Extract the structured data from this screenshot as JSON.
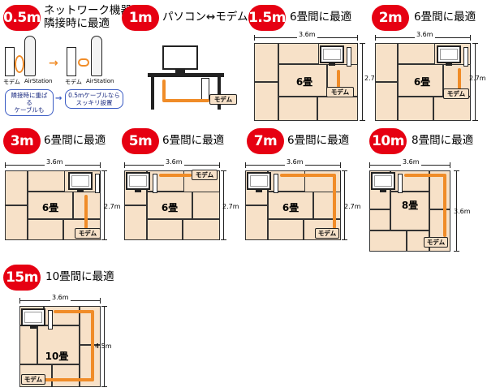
{
  "colors": {
    "badge": "#e60012",
    "tatami": "#f7e1c8",
    "cable": "#f08c28",
    "note_border": "#3a5bc4"
  },
  "common": {
    "modem_label": "モデム",
    "airstation_label": "AirStation"
  },
  "p05": {
    "badge": "0.5m",
    "heading_line1": "ネットワーク機器の",
    "heading_line2": "隣接時に最適",
    "note_left": "隣接時に重ばる\nケーブルも",
    "note_right": "0.5mケーブルなら\nスッキリ設置"
  },
  "p1": {
    "badge": "1m",
    "heading_left": "パソコン",
    "heading_arrow": "↔",
    "heading_right": "モデムに最適"
  },
  "p15": {
    "badge": "1.5m",
    "heading": "6畳間に最適",
    "width": "3.6m",
    "height": "2.7m",
    "room": "6畳"
  },
  "p2": {
    "badge": "2m",
    "heading": "6畳間に最適",
    "width": "3.6m",
    "height": "2.7m",
    "room": "6畳"
  },
  "p3": {
    "badge": "3m",
    "heading": "6畳間に最適",
    "width": "3.6m",
    "height": "2.7m",
    "room": "6畳"
  },
  "p5": {
    "badge": "5m",
    "heading": "6畳間に最適",
    "width": "3.6m",
    "height": "2.7m",
    "room": "6畳"
  },
  "p7": {
    "badge": "7m",
    "heading": "6畳間に最適",
    "width": "3.6m",
    "height": "2.7m",
    "room": "6畳"
  },
  "p10": {
    "badge": "10m",
    "heading": "8畳間に最適",
    "width": "3.6m",
    "height": "3.6m",
    "room": "8畳"
  },
  "p15m": {
    "badge": "15m",
    "heading": "10畳間に最適",
    "width": "3.6m",
    "height": "4.5m",
    "room": "10畳"
  }
}
